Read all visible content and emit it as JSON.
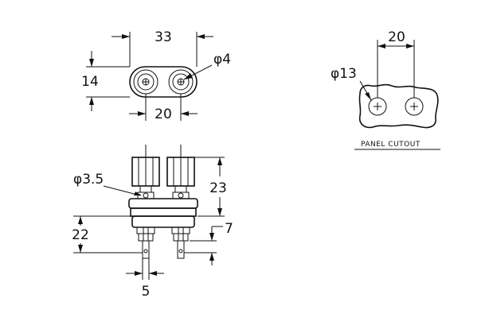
{
  "top_view": {
    "width_label": "33",
    "height_label": "14",
    "pitch_label": "20",
    "hole_label": "φ4"
  },
  "panel_cutout": {
    "pitch_label": "20",
    "hole_label": "φ13",
    "caption": "PANEL CUTOUT"
  },
  "side_view": {
    "hole_label": "φ3.5",
    "cap_height_label": "23",
    "body_height_label": "22",
    "terminal_label": "7",
    "pin_label": "5"
  }
}
